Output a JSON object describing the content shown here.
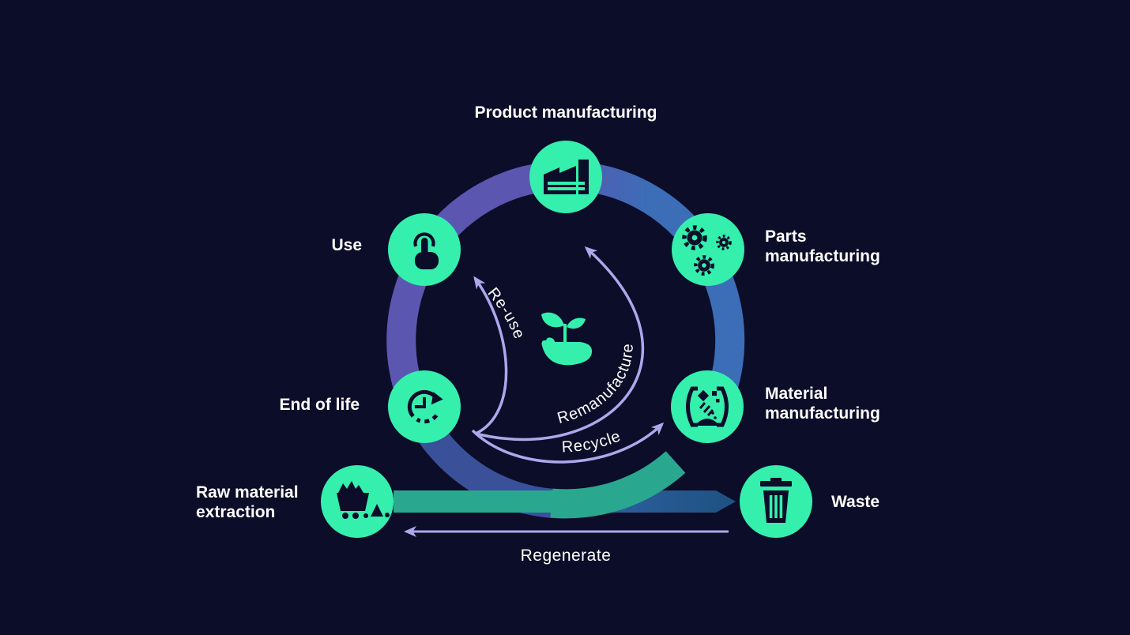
{
  "diagram": {
    "kind": "circular-economy-cycle"
  },
  "nodes": {
    "product": {
      "label": "Product manufacturing",
      "icon": "factory-icon"
    },
    "parts": {
      "label": "Parts\nmanufacturing",
      "icon": "gears-icon"
    },
    "material": {
      "label": "Material\nmanufacturing",
      "icon": "material-crusher-icon"
    },
    "waste": {
      "label": "Waste",
      "icon": "trash-icon"
    },
    "raw": {
      "label": "Raw material\nextraction",
      "icon": "mine-cart-icon"
    },
    "end_of_life": {
      "label": "End of life",
      "icon": "clock-history-icon"
    },
    "use": {
      "label": "Use",
      "icon": "tap-hand-icon"
    }
  },
  "center": {
    "icon": "hand-sprout-icon"
  },
  "flows": {
    "reuse": {
      "label": "Re-use"
    },
    "remanufacture": {
      "label": "Remanufacture"
    },
    "recycle": {
      "label": "Recycle"
    },
    "regenerate": {
      "label": "Regenerate"
    }
  },
  "colors": {
    "background": "#0c0d29",
    "node_fill": "#35efad",
    "icon_ink": "#0c0d29",
    "ring_purple": "#5b57b0",
    "ring_blue": "#3c6db7",
    "ring_indigo": "#3a5099",
    "flow_teal": "#2aa88f",
    "waste_bar_start": "#2d5f9e",
    "waste_bar_end": "#1e5181",
    "arrow_lavender": "#aca8ec",
    "label_text": "#ffffff"
  }
}
